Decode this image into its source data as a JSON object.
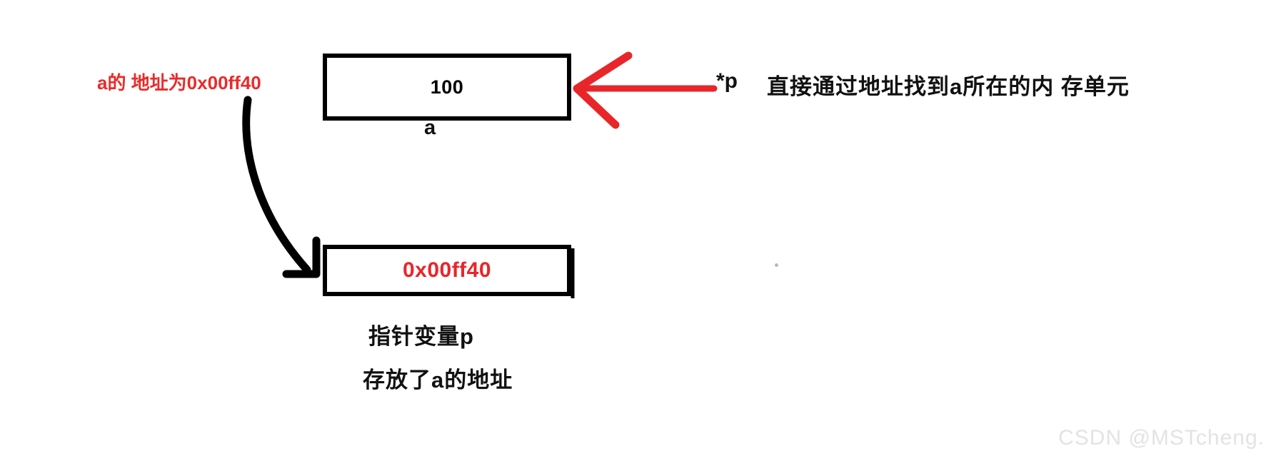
{
  "diagram": {
    "title_text_present": false,
    "boxes": [
      {
        "id": "box-a",
        "value": "100",
        "caption": "a",
        "value_color": "#000000"
      },
      {
        "id": "box-p",
        "value": "0x00ff40",
        "caption_line1": "指针变量p",
        "caption_line2": "存放了a的地址",
        "value_color": "#e8262a"
      }
    ],
    "labels": {
      "address_of_a": "a的 地址为0x00ff40",
      "box_a_caption": "a",
      "deref_symbol": "*p",
      "deref_description": "直接通过地址找到a所在的内 存单元",
      "pointer_var": "指针变量p",
      "pointer_holds": "存放了a的地址"
    },
    "colors": {
      "red_accent": "#ea2a2a",
      "red_arrow": "#e8262a",
      "black_stroke": "#000000",
      "watermark_gray": "#e3e3e3",
      "background": "#ffffff"
    },
    "arrows": [
      {
        "name": "red-deref-arrow",
        "direction": "left",
        "color": "#e8262a",
        "from": "*p label",
        "to": "box-a right edge"
      },
      {
        "name": "black-curved-address-arrow",
        "direction": "down-right",
        "color": "#000000",
        "from": "a的 地址为0x00ff40 label",
        "to": "box-p left edge"
      }
    ]
  },
  "watermark": {
    "text": "CSDN @MSTcheng."
  }
}
